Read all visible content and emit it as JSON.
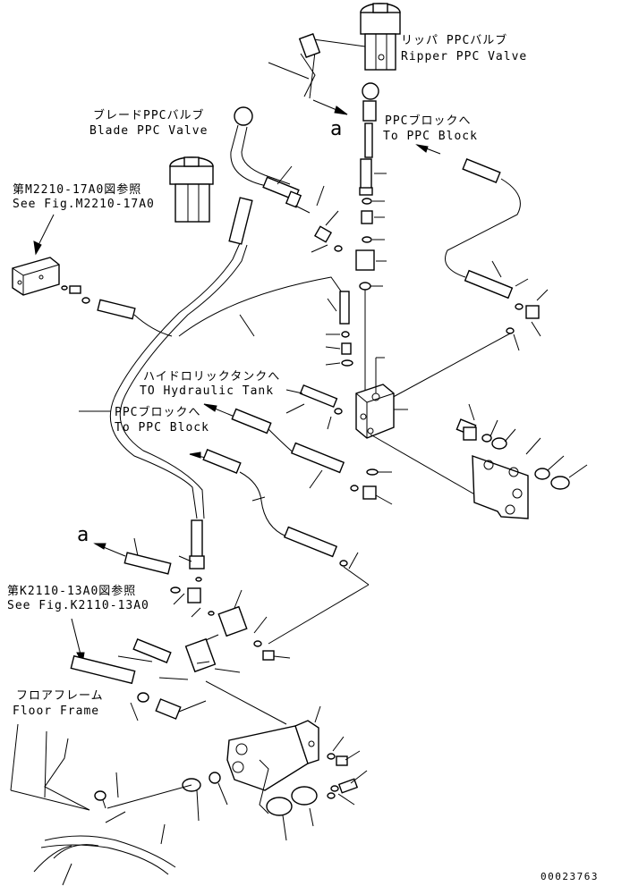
{
  "labels": {
    "ripper_ppc_jp": "リッパ PPCバルブ",
    "ripper_ppc_en": "Ripper PPC Valve",
    "ppc_block_jp_top": "PPCブロックへ",
    "ppc_block_en_top": "To PPC Block",
    "blade_ppc_jp": "ブレードPPCバルブ",
    "blade_ppc_en": "Blade PPC Valve",
    "ref_m2210_jp": "第M2210-17A0図参照",
    "ref_m2210_en": "See Fig.M2210-17A0",
    "hydraulic_tank_jp": "ハイドロリックタンクへ",
    "hydraulic_tank_en": "TO Hydraulic Tank",
    "ppc_block_jp_mid": "PPCブロックへ",
    "ppc_block_en_mid": "To PPC Block",
    "ref_k2110_jp": "第K2110-13A0図参照",
    "ref_k2110_en": "See Fig.K2110-13A0",
    "floor_frame_jp": "フロアフレーム",
    "floor_frame_en": "Floor Frame",
    "connector_a_top": "a",
    "connector_a_mid": "a",
    "drawing_number": "00023763"
  }
}
